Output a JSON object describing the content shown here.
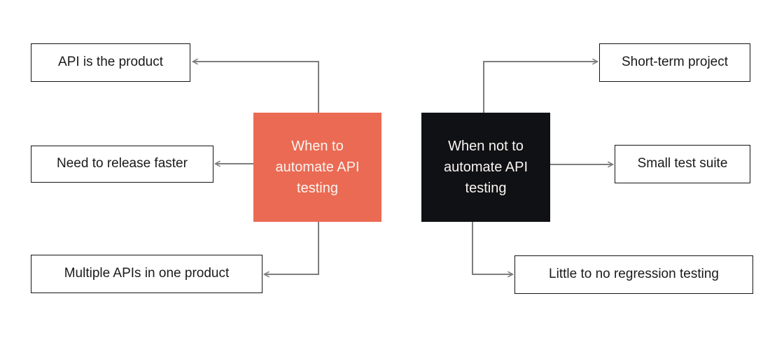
{
  "colors": {
    "accent": "#eb6a53",
    "dark": "#101114",
    "connector": "#7d7d7d",
    "box_border": "#141414",
    "text_dark": "#1a1a1a",
    "node_text": "#faf5f2",
    "background": "#ffffff"
  },
  "when_to": {
    "label": "When to automate API testing",
    "label_lines": [
      "When to",
      "automate API",
      "testing"
    ],
    "reasons": [
      "API is the product",
      "Need to release faster",
      "Multiple APIs in one product"
    ]
  },
  "when_not_to": {
    "label": "When not to automate API testing",
    "label_lines": [
      "When not to",
      "automate API",
      "testing"
    ],
    "reasons": [
      "Short-term project",
      "Small test suite",
      "Little to no regression testing"
    ]
  }
}
